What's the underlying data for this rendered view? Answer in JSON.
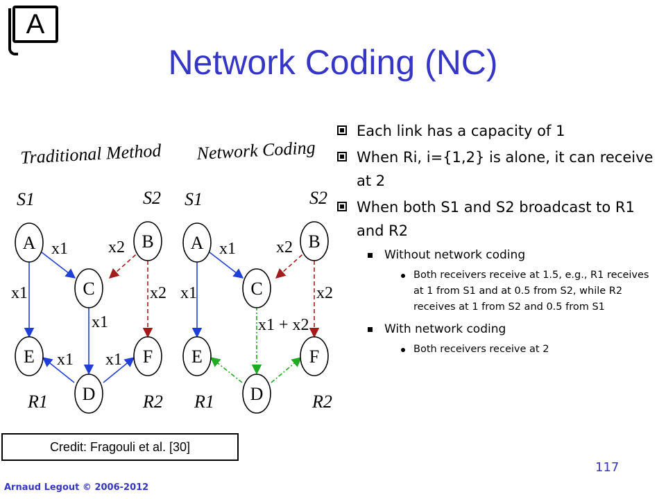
{
  "badge": {
    "letter": "A"
  },
  "title": "Network Coding (NC)",
  "diagrams": [
    {
      "heading": "Traditional Method",
      "sources": [
        "S1",
        "S2"
      ],
      "receivers": [
        "R1",
        "R2"
      ],
      "nodes": [
        "A",
        "B",
        "C",
        "D",
        "E",
        "F"
      ],
      "edge_labels": {
        "AC": "x1",
        "BC": "x2",
        "AE": "x1",
        "BF": "x2",
        "CD": "x1",
        "DE": "x1",
        "DF": "x1"
      }
    },
    {
      "heading": "Network Coding",
      "sources": [
        "S1",
        "S2"
      ],
      "receivers": [
        "R1",
        "R2"
      ],
      "nodes": [
        "A",
        "B",
        "C",
        "D",
        "E",
        "F"
      ],
      "edge_labels": {
        "AC": "x1",
        "BC": "x2",
        "AE": "x1",
        "BF": "x2",
        "CD": "x1 + x2"
      }
    }
  ],
  "edge_colors": {
    "blue": "#1f3fd6",
    "red": "#a31b1b",
    "green": "#1faa1f"
  },
  "bullets": [
    {
      "text": "Each link has a capacity of 1"
    },
    {
      "text": "When Ri, i={1,2} is alone, it can receive at 2"
    },
    {
      "text": "When both S1 and S2 broadcast to R1 and R2",
      "children": [
        {
          "text": "Without network coding",
          "children": [
            "Both receivers receive at  1.5, e.g., R1 receives at 1 from S1 and at 0.5 from S2, while R2 receives at 1 from S2 and 0.5 from S1"
          ]
        },
        {
          "text": "With network coding",
          "children": [
            "Both receivers receive at 2"
          ]
        }
      ]
    }
  ],
  "credit": "Credit: Fragouli et al. [30]",
  "page_number": "117",
  "footer": "Arnaud Legout © 2006-2012",
  "accent_color": "#3535c8"
}
